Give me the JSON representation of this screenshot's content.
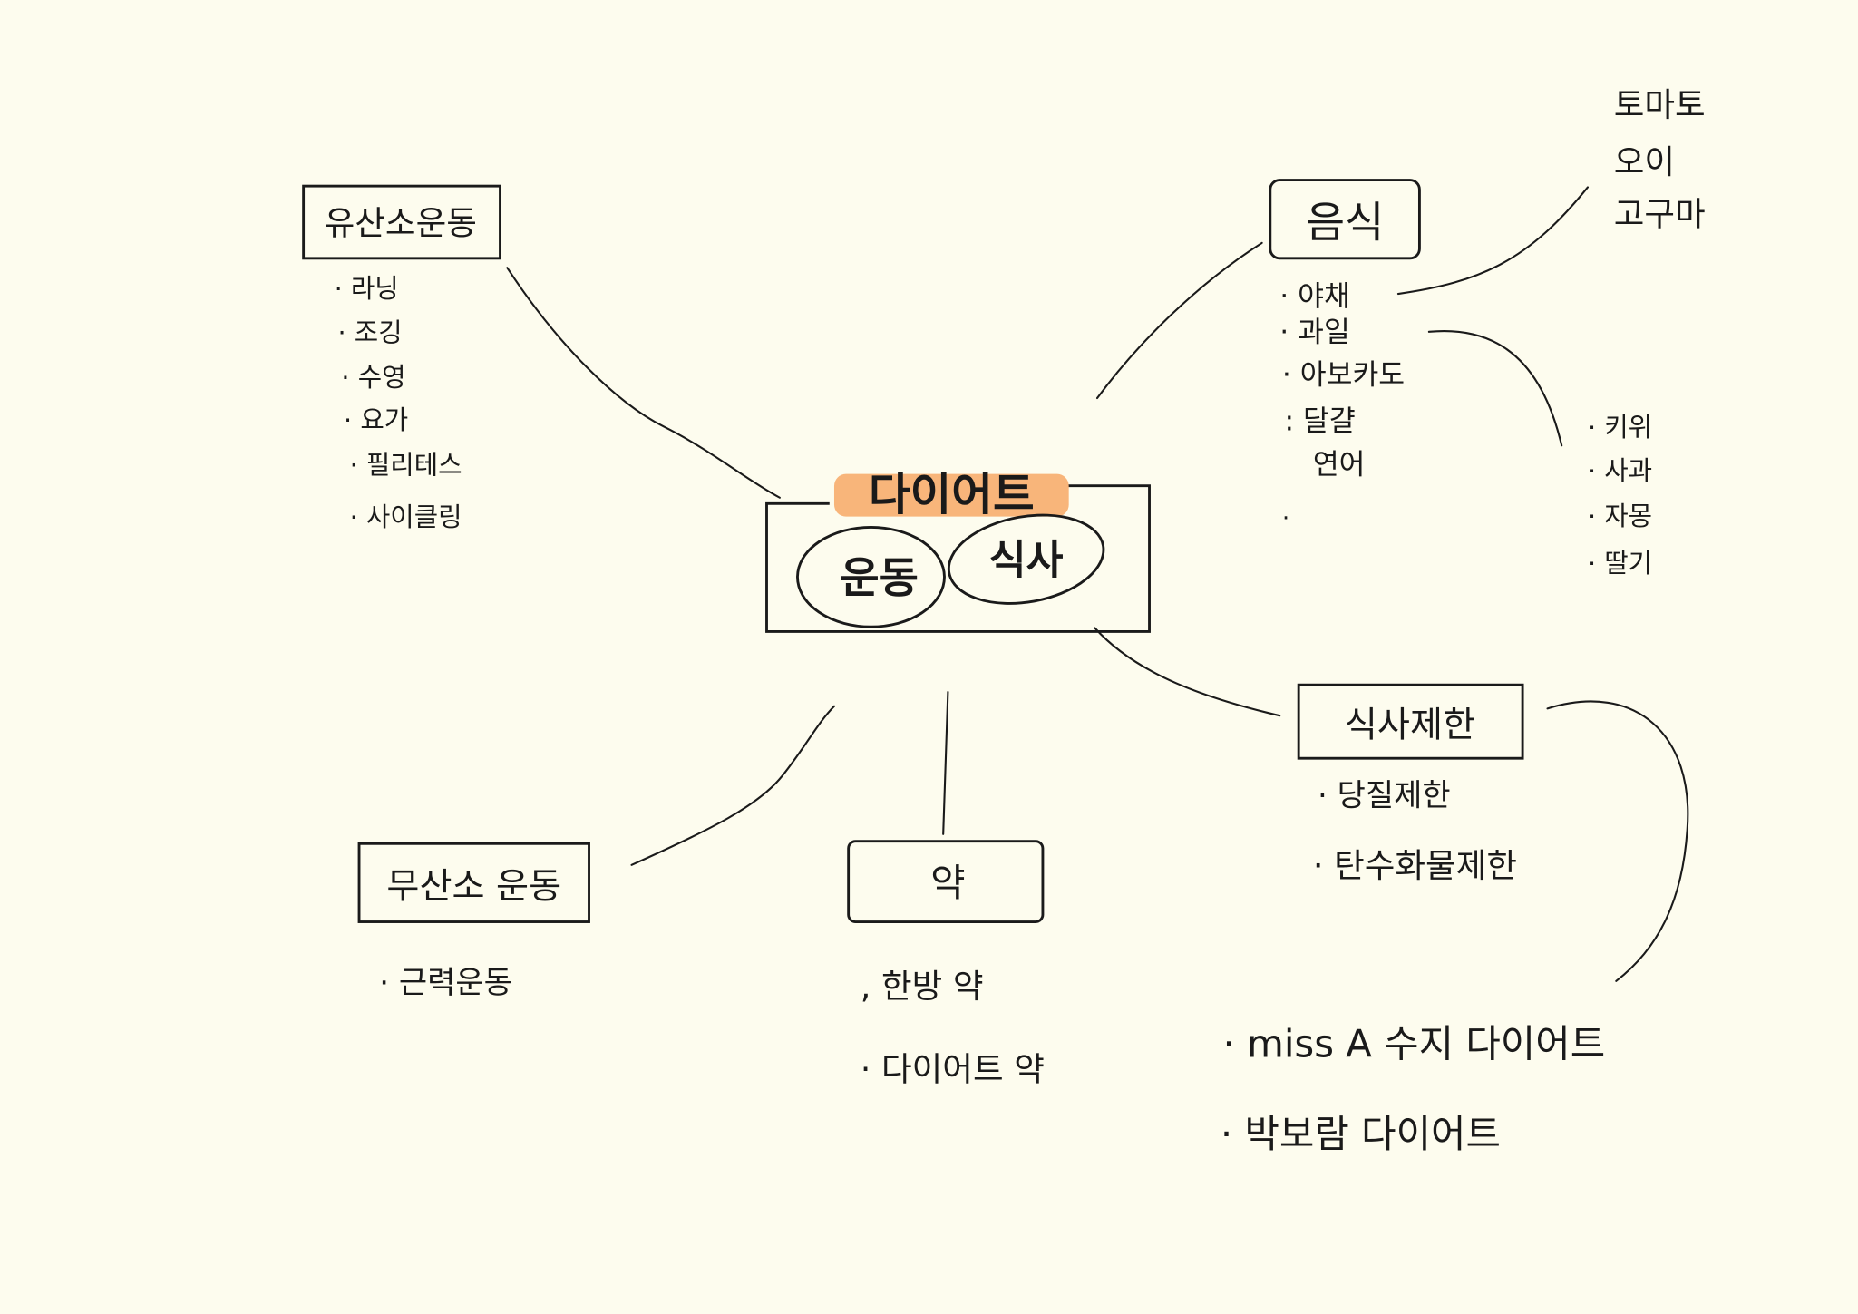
{
  "center": {
    "title": "다이어트",
    "left": "운동",
    "right": "식사",
    "highlight_color": "#f8b57a"
  },
  "aerobic": {
    "title": "유산소운동",
    "items": [
      "라닝",
      "조깅",
      "수영",
      "요가",
      "필리테스",
      "사이클링"
    ]
  },
  "food": {
    "title": "음식",
    "items": [
      "야채",
      "과일",
      "아보카도",
      "달걀",
      "연어"
    ]
  },
  "vegetables": {
    "items": [
      "토마토",
      "오이",
      "고구마"
    ]
  },
  "fruits": {
    "items": [
      "키위",
      "사과",
      "자몽",
      "딸기"
    ]
  },
  "diet_limit": {
    "title": "식사제한",
    "items": [
      "당질제한",
      "탄수화물제한"
    ]
  },
  "anaerobic": {
    "title": "무산소 운동",
    "items": [
      "근력운동"
    ]
  },
  "medicine": {
    "title": "약",
    "items": [
      "한방 약",
      "다이어트 약"
    ]
  },
  "celebrity": {
    "items": [
      "miss A 수지 다이어트",
      "박보람 다이어트"
    ]
  }
}
